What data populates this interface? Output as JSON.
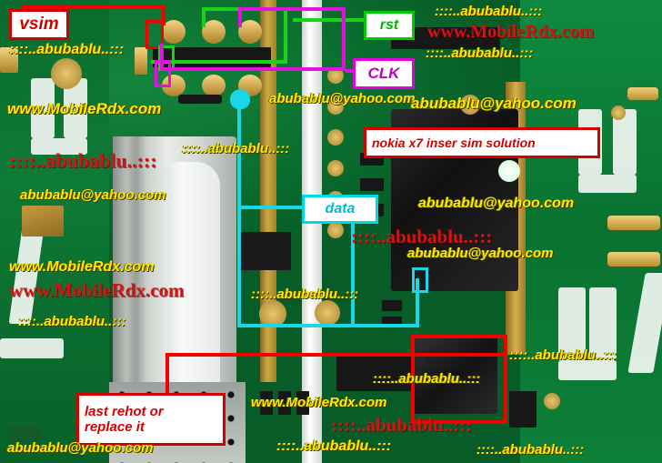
{
  "image": {
    "title": "nokia x7 inser sim solution",
    "subject": "mobile phone PCB sim card connector repair diagram"
  },
  "labels": {
    "vsim": {
      "text": "vsim",
      "color": "#d40000"
    },
    "rst": {
      "text": "rst",
      "color": "#00d400"
    },
    "clk": {
      "text": "CLK",
      "color": "#e000e0"
    },
    "data": {
      "text": "data",
      "color": "#00d8e8"
    },
    "title_box": {
      "text": "nokia x7 inser sim solution",
      "color": "#d40000"
    },
    "rehot": {
      "text": "last rehot or\nreplace it",
      "color": "#d40000"
    }
  },
  "watermarks": {
    "yellow_text": "::::..abubablu..:::",
    "email": "abubablu@yahoo.com",
    "site": "www.MobileRdx.com",
    "colors": {
      "yellow": "#ffe800",
      "red": "#d41414"
    },
    "items": [
      {
        "text": "::::..abubablu..:::",
        "kind": "yellow"
      },
      {
        "text": "::::..abubablu..:::",
        "kind": "yellow"
      },
      {
        "text": "www.MobileRdx.com",
        "kind": "red"
      },
      {
        "text": "::::..abubablu..:::",
        "kind": "yellow"
      },
      {
        "text": "abubablu@yahoo.com",
        "kind": "yellow"
      },
      {
        "text": "abubablu@yahoo.com",
        "kind": "yellow"
      },
      {
        "text": "www.MobileRdx.com",
        "kind": "red"
      },
      {
        "text": "::::..abubablu..:::",
        "kind": "yellow"
      },
      {
        "text": "::::..abubablu..:::",
        "kind": "yellow"
      },
      {
        "text": "abubablu@yahoo.com",
        "kind": "yellow"
      },
      {
        "text": "abubablu@yahoo.com",
        "kind": "yellow"
      },
      {
        "text": "www.MobileRdx.com",
        "kind": "red"
      },
      {
        "text": "::::..abubablu..:::",
        "kind": "yellow"
      },
      {
        "text": "abubablu@yahoo.com",
        "kind": "yellow"
      },
      {
        "text": "www.MobileRdx.com",
        "kind": "red"
      },
      {
        "text": "::::..abubablu..:::",
        "kind": "yellow"
      },
      {
        "text": "::::..abubablu..:::",
        "kind": "yellow"
      },
      {
        "text": "::::..abubablu..:::",
        "kind": "yellow"
      },
      {
        "text": "::::..abubablu..:::",
        "kind": "yellow"
      },
      {
        "text": "www.MobileRdx.com",
        "kind": "red"
      },
      {
        "text": "::::..abubablu..:::",
        "kind": "yellow"
      },
      {
        "text": "abubablu@yahoo.com",
        "kind": "yellow"
      },
      {
        "text": "::::..abubablu..:::",
        "kind": "yellow"
      }
    ]
  },
  "trace_colors": {
    "vsim": "#f40000",
    "rst": "#17d417",
    "clk": "#e211e2",
    "data": "#19d7e8",
    "fault": "#f40000"
  }
}
